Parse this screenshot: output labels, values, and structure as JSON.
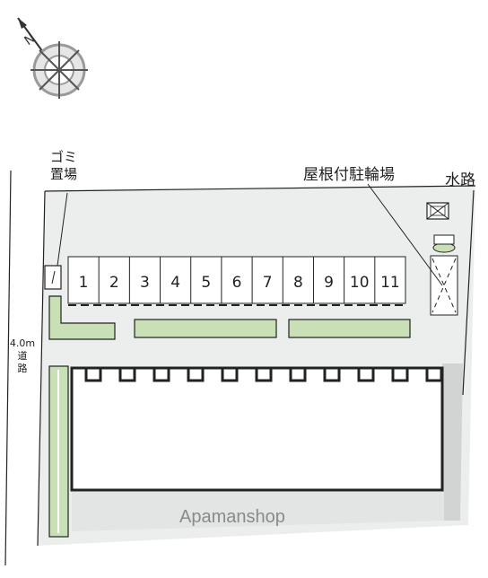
{
  "compass": {
    "north_label": "N"
  },
  "labels": {
    "garbage_line1": "ゴミ",
    "garbage_line2": "置場",
    "bicycle_parking": "屋根付駐輪場",
    "waterway": "水路",
    "road_width": "4.0m",
    "road_line1": "道",
    "road_line2": "路",
    "watermark": "Apamanshop"
  },
  "parking_stalls": [
    "1",
    "2",
    "3",
    "4",
    "5",
    "6",
    "7",
    "8",
    "9",
    "10",
    "11"
  ],
  "colors": {
    "lot_fill": "#eceeee",
    "greenery": "#c9dfb6",
    "outline": "#222222",
    "building_fill": "#ffffff",
    "edge_shading": "#d2d4d4"
  }
}
